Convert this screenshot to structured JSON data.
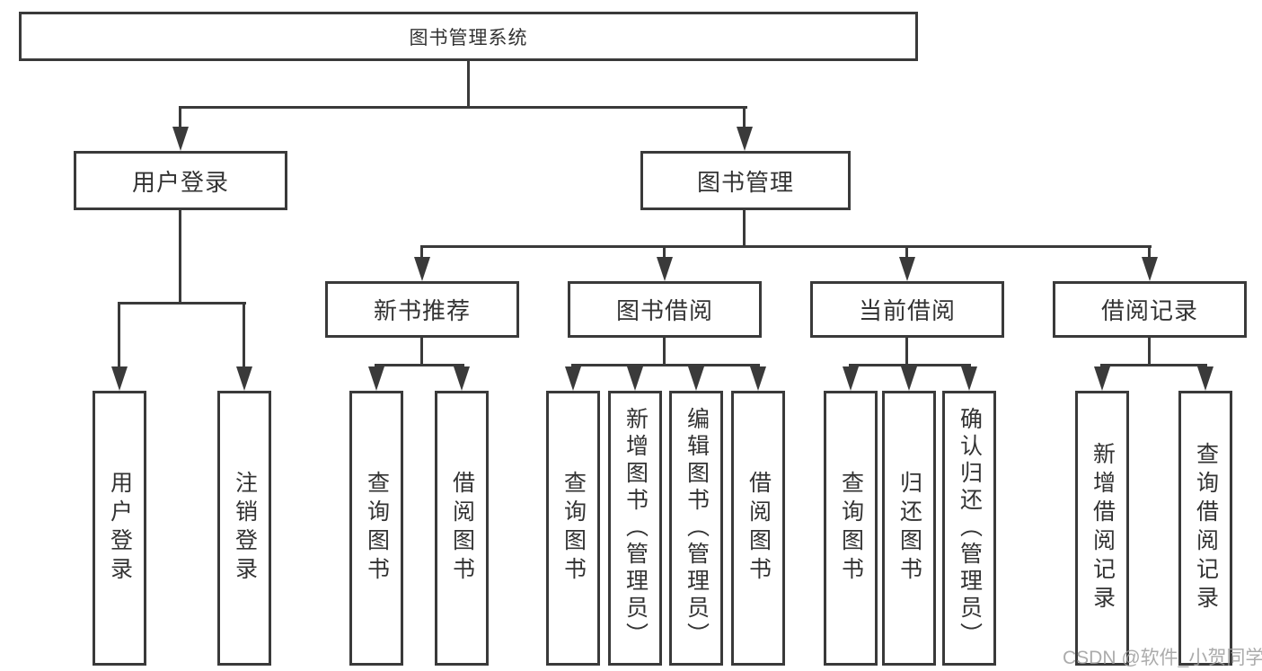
{
  "colors": {
    "line": "#3a3a3a",
    "text": "#333333",
    "background": "#ffffff",
    "box_background": "#ffffff",
    "watermark": "#9d9d9d"
  },
  "watermark": {
    "text": "CSDN @软件_小贺同学"
  },
  "tree": {
    "root": {
      "label": "图书管理系统"
    },
    "user_login": {
      "label": "用户登录",
      "children": [
        {
          "label": "用户登录"
        },
        {
          "label": "注销登录"
        }
      ]
    },
    "book_mgmt": {
      "label": "图书管理",
      "groups": [
        {
          "label": "新书推荐",
          "children": [
            {
              "label": "查询图书"
            },
            {
              "label": "借阅图书"
            }
          ]
        },
        {
          "label": "图书借阅",
          "children": [
            {
              "label": "查询图书"
            },
            {
              "label": "新增图书（管理员）"
            },
            {
              "label": "编辑图书（管理员）"
            },
            {
              "label": "借阅图书"
            }
          ]
        },
        {
          "label": "当前借阅",
          "children": [
            {
              "label": "查询图书"
            },
            {
              "label": "归还图书"
            },
            {
              "label": "确认归还（管理员）"
            }
          ]
        },
        {
          "label": "借阅记录",
          "children": [
            {
              "label": "新增借阅记录"
            },
            {
              "label": "查询借阅记录"
            }
          ]
        }
      ]
    }
  }
}
